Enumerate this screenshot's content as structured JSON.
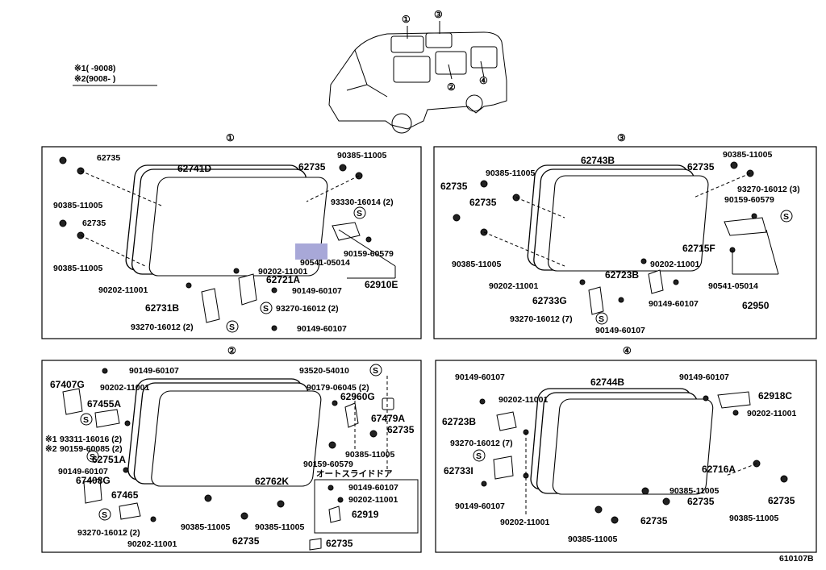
{
  "legend": {
    "line1": "※1(     -9008)",
    "line2": "※2(9008-      )"
  },
  "vehicle_callouts": [
    "①",
    "③",
    "②",
    "④"
  ],
  "panels": {
    "p1": {
      "title": "①",
      "labels": {
        "a": "62735",
        "b": "90385-11005",
        "c": "62735",
        "d": "90385-11005",
        "e": "62741D",
        "f": "62735",
        "g": "90385-11005",
        "h": "93330-16014 (2)",
        "i": "90159-60579",
        "j": "90541-05014",
        "k": "62910E",
        "l": "90202-11001",
        "m": "62721A",
        "n": "90202-11001",
        "o": "90149-60107",
        "p": "62731B",
        "q": "93270-16012 (2)",
        "r": "93270-16012 (2)",
        "s": "90149-60107"
      }
    },
    "p3": {
      "title": "③",
      "labels": {
        "a": "62743B",
        "b": "62735",
        "c": "90385-11005",
        "d": "90385-11005",
        "e": "62735",
        "f": "62735",
        "g": "93270-16012 (3)",
        "h": "90159-60579",
        "i": "90385-11005",
        "j": "62715F",
        "k": "90202-11001",
        "l": "62723B",
        "m": "90202-11001",
        "n": "62733G",
        "o": "90149-60107",
        "p": "90541-05014",
        "q": "62950",
        "r": "93270-16012 (7)",
        "s": "90149-60107"
      }
    },
    "p2": {
      "title": "②",
      "labels": {
        "a": "90149-60107",
        "b": "67407G",
        "c": "90202-11001",
        "d": "67455A",
        "e": "93311-16016 (2)",
        "f": "90159-60085 (2)",
        "g": "62751A",
        "h": "90149-60107",
        "i": "67408G",
        "j": "67465",
        "k": "93270-16012 (2)",
        "l": "90202-11001",
        "m": "62762K",
        "n": "90385-11005",
        "o": "62735",
        "p": "90385-11005",
        "q": "93520-54010",
        "r": "90179-06045 (2)",
        "s": "62960G",
        "t": "67479A",
        "u": "62735",
        "v": "90385-11005",
        "w": "90159-60579",
        "x": "オートスライドドア",
        "y": "90149-60107",
        "z": "90202-11001",
        "aa": "62919",
        "ab": "62735",
        "ac": "※1",
        "ad": "※2"
      }
    },
    "p4": {
      "title": "④",
      "labels": {
        "a": "90149-60107",
        "b": "62744B",
        "c": "90149-60107",
        "d": "90202-11001",
        "e": "62918C",
        "f": "62723B",
        "g": "90202-11001",
        "h": "93270-16012 (7)",
        "i": "62733I",
        "j": "62716A",
        "k": "90149-60107",
        "l": "90385-11005",
        "m": "62735",
        "n": "90202-11001",
        "o": "62735",
        "p": "90385-11005",
        "q": "62735",
        "r": "90385-11005"
      }
    }
  },
  "footer_code": "610107B",
  "highlight_color": "#a8a8d8"
}
